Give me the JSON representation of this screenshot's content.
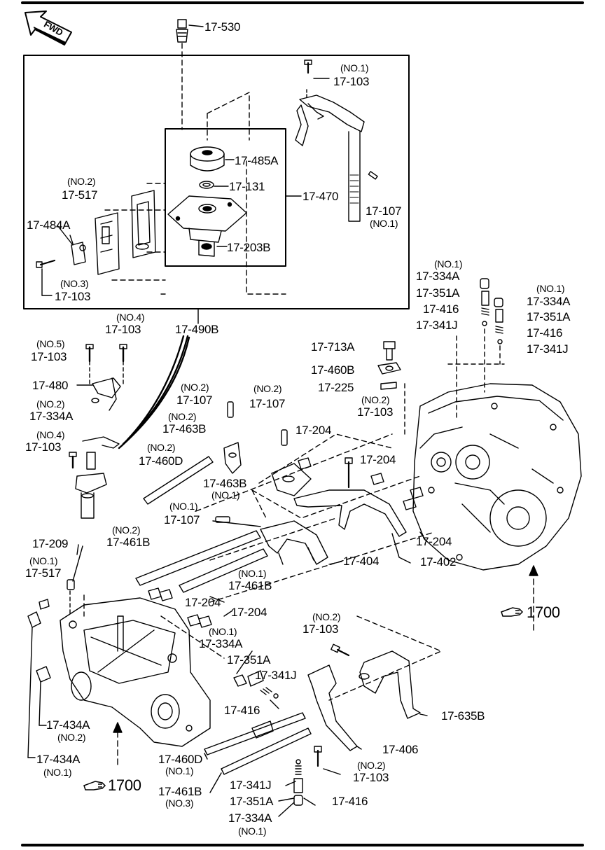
{
  "header": {
    "fwd_arrow_label": "FWD"
  },
  "labels": {
    "p17_530": "17-530",
    "no1_a": "(NO.1)",
    "p17_103_a": "17-103",
    "no2_a": "(NO.2)",
    "p17_517_a": "17-517",
    "p17_484A": "17-484A",
    "no3_a": "(NO.3)",
    "p17_103_b": "17-103",
    "p17_485A": "17-485A",
    "p17_131": "17-131",
    "p17_470": "17-470",
    "p17_203B": "17-203B",
    "p17_107_a": "17-107",
    "no1_b": "(NO.1)",
    "no4_a": "(NO.4)",
    "p17_103_c": "17-103",
    "p17_490B": "17-490B",
    "no5_a": "(NO.5)",
    "p17_103_d": "17-103",
    "p17_480": "17-480",
    "no2_b": "(NO.2)",
    "p17_334A_a": "17-334A",
    "no4_b": "(NO.4)",
    "p17_103_e": "17-103",
    "no1_c": "(NO.1)",
    "p17_334A_b": "17-334A",
    "p17_351A_a": "17-351A",
    "p17_416_a": "17-416",
    "p17_341J_a": "17-341J",
    "no1_d": "(NO.1)",
    "p17_334A_c": "17-334A",
    "p17_351A_b": "17-351A",
    "p17_416_b": "17-416",
    "p17_341J_b": "17-341J",
    "p17_713A": "17-713A",
    "p17_460B": "17-460B",
    "p17_225": "17-225",
    "no2_c": "(NO.2)",
    "p17_107_b": "17-107",
    "no2_d": "(NO.2)",
    "p17_107_c": "17-107",
    "no2_e": "(NO.2)",
    "p17_463B_a": "17-463B",
    "p17_204_a": "17-204",
    "no2_f": "(NO.2)",
    "p17_103_f": "17-103",
    "no2_g": "(NO.2)",
    "p17_460D": "17-460D",
    "p17_463B_b": "17-463B",
    "no1_e": "(NO.1)",
    "p17_204_b": "17-204",
    "no1_f": "(NO.1)",
    "p17_107_d": "17-107",
    "no2_h": "(NO.2)",
    "p17_461B_a": "17-461B",
    "p17_209": "17-209",
    "no1_g": "(NO.1)",
    "p17_517_b": "17-517",
    "p17_204_c": "17-204",
    "p17_404": "17-404",
    "p17_402": "17-402",
    "no1_h": "(NO.1)",
    "p17_461B_b": "17-461B",
    "p17_204_d": "17-204",
    "p17_204_e": "17-204",
    "no1_i": "(NO.1)",
    "p17_334A_d": "17-334A",
    "no2_i": "(NO.2)",
    "p17_103_g": "17-103",
    "p17_351A_c": "17-351A",
    "p17_341J_c": "17-341J",
    "p17_416_c": "17-416",
    "p17_635B": "17-635B",
    "p17_434A_a": "17-434A",
    "no2_j": "(NO.2)",
    "p17_434A_b": "17-434A",
    "no1_j": "(NO.1)",
    "p17_406": "17-406",
    "p17_460D_b": "17-460D",
    "no1_k": "(NO.1)",
    "no2_k": "(NO.2)",
    "p17_103_h": "17-103",
    "p17_341J_d": "17-341J",
    "p17_461B_c": "17-461B",
    "no3_b": "(NO.3)",
    "p17_351A_d": "17-351A",
    "p17_416_d": "17-416",
    "p17_334A_e": "17-334A",
    "no1_l": "(NO.1)",
    "ref_1700_a": "1700",
    "ref_1700_b": "1700"
  },
  "icons": {
    "reference_marker": "pointing-hand-icon",
    "forward_marker": "fwd-arrow-icon"
  },
  "colors": {
    "ink": "#000000",
    "paper": "#ffffff"
  }
}
